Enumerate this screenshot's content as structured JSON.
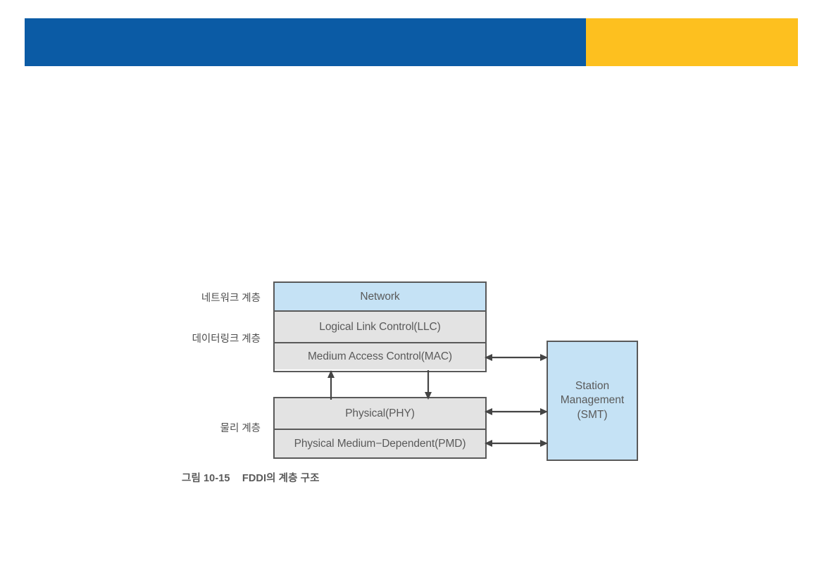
{
  "header": {
    "bar_blue_color": "#0b5ba5",
    "bar_yellow_color": "#fdc01f"
  },
  "figure": {
    "caption_number": "그림 10-15",
    "caption_title": "FDDI의 계층 구조",
    "side_labels": {
      "network": "네트워크 계층",
      "datalink": "데이터링크 계층",
      "physical": "물리 계층"
    },
    "layers": {
      "network": "Network",
      "llc": "Logical Link Control(LLC)",
      "mac": "Medium Access Control(MAC)",
      "phy": "Physical(PHY)",
      "pmd": "Physical Medium−Dependent(PMD)"
    },
    "smt": {
      "line1": "Station",
      "line2": "Management",
      "line3": "(SMT)"
    },
    "colors": {
      "highlight_box": "#c5e2f5",
      "plain_box": "#e3e3e3",
      "border": "#595959",
      "text": "#5a5a5a"
    },
    "connectors": [
      {
        "name": "mac-to-smt",
        "type": "double-arrow-horizontal"
      },
      {
        "name": "phy-to-smt",
        "type": "double-arrow-horizontal"
      },
      {
        "name": "pmd-to-smt",
        "type": "double-arrow-horizontal"
      },
      {
        "name": "phy-to-mac",
        "type": "arrow-up"
      },
      {
        "name": "mac-to-phy",
        "type": "arrow-down"
      }
    ]
  }
}
